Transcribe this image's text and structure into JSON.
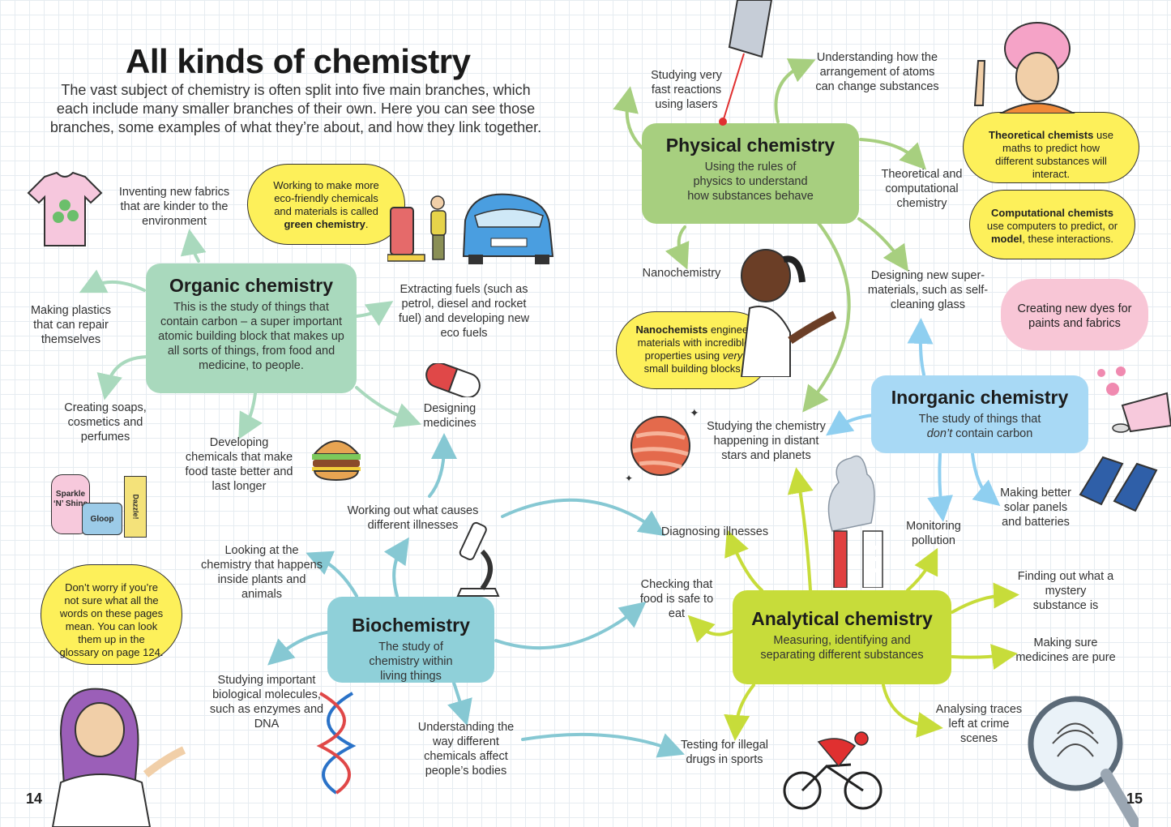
{
  "page": {
    "title": "All kinds of chemistry",
    "intro": "The vast subject of chemistry is often split into five main branches, which each include many smaller branches of their own. Here you can see those branches, some examples of what they’re about, and how they link together.",
    "page_left": "14",
    "page_right": "15"
  },
  "colors": {
    "organic": "#a9d9bd",
    "physical": "#a7cf7f",
    "inorganic": "#a8d9f5",
    "biochemistry": "#8fd0d9",
    "analytical": "#c7dc3a",
    "bubble": "#fdf05a",
    "pink_bubble": "#f8c6d6"
  },
  "branches": {
    "organic": {
      "title": "Organic chemistry",
      "desc": "This is the study of things that contain carbon – a super important atomic building block that makes up all sorts of things, from food and medicine, to people."
    },
    "physical": {
      "title": "Physical chemistry",
      "desc": "Using the rules of physics to understand how substances behave"
    },
    "inorganic": {
      "title": "Inorganic chemistry",
      "desc_pre": "The study of things that",
      "desc_em": "don’t",
      "desc_post": "contain carbon"
    },
    "biochemistry": {
      "title": "Biochemistry",
      "desc": "The study of chemistry within living things"
    },
    "analytical": {
      "title": "Analytical chemistry",
      "desc": "Measuring, identifying and separating different substances"
    }
  },
  "labels": {
    "fabrics": "Inventing new fabrics that are kinder to the environment",
    "plastics": "Making plastics that can repair themselves",
    "soaps": "Creating soaps, cosmetics and perfumes",
    "flavours": "Developing chemicals that make food taste better and last longer",
    "fuels": "Extracting fuels (such as petrol, diesel and rocket fuel) and developing new eco fuels",
    "medicines": "Designing medicines",
    "lasers": "Studying very fast reactions using lasers",
    "atoms": "Understanding how the arrangement of atoms can change substances",
    "theoretical": "Theoretical and computational chemistry",
    "nano": "Nanochemistry",
    "supermaterials": "Designing new super-materials, such as self-cleaning glass",
    "stars": "Studying the chemistry happening in distant stars and planets",
    "pollution": "Monitoring pollution",
    "solar": "Making better solar panels and batteries",
    "illnesses_cause": "Working out what causes different illnesses",
    "plants": "Looking at the chemistry that happens inside plants and animals",
    "molecules": "Studying important biological molecules, such as enzymes and DNA",
    "bodies": "Understanding the way different chemicals affect people’s bodies",
    "diagnosing": "Diagnosing illnesses",
    "food_safe": "Checking that food is safe to eat",
    "mystery": "Finding out what a mystery substance is",
    "pure": "Making sure medicines are pure",
    "crime": "Analysing traces left at crime scenes",
    "drugs": "Testing for illegal drugs in sports"
  },
  "bubbles": {
    "green": {
      "pre": "Working to make more eco-friendly chemicals and materials is called",
      "bold": "green chemistry",
      "post": "."
    },
    "theoretical": {
      "bold": "Theoretical chemists",
      "rest": "use maths to predict how different substances will interact."
    },
    "computational": {
      "bold": "Computational chemists",
      "mid": "use computers to predict, or",
      "bold2": "model",
      "rest": ", these interactions."
    },
    "nano": {
      "bold": "Nanochemists",
      "mid": "engineer materials with incredible properties using",
      "em": "very",
      "rest": "small building blocks."
    },
    "glossary": "Don’t worry if you’re not sure what all the words on these pages mean. You can look them up in the glossary on page 124.",
    "dyes": "Creating new dyes for paints and fabrics"
  },
  "products": {
    "sparkle": "Sparkle ‘N’ Shine",
    "gloop": "Gloop",
    "dazzle": "Dazzle!"
  }
}
